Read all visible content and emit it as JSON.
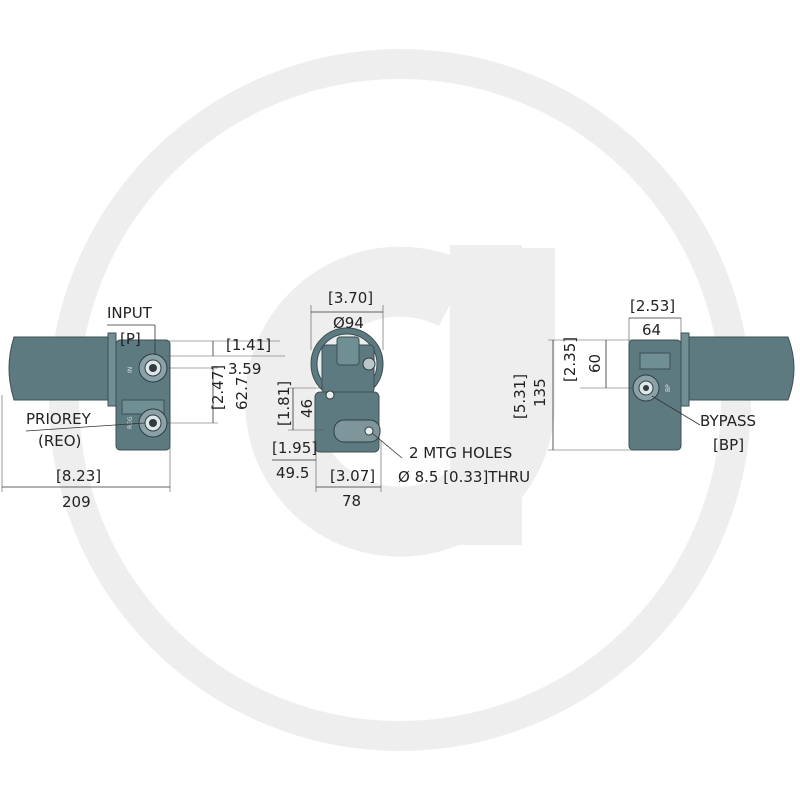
{
  "colors": {
    "watermark": "#eeeeee",
    "housing": "#5d7a80",
    "housing_dark": "#3c4f54",
    "dimension_line": "#333333"
  },
  "watermark": {
    "type": "logo",
    "letter": "g"
  },
  "left_view": {
    "port_input": "INPUT",
    "port_input_code": "[P]",
    "port_priority": "PRIOREY",
    "port_priority_code": "(REO)",
    "dim_overall_in": "[8.23]",
    "dim_overall_mm": "209",
    "dim_port_offset_in": "[1.41]",
    "dim_port_offset_mm": "3.59",
    "dim_port_spacing_in": "[2.47]",
    "dim_port_spacing_mm": "62.7",
    "port_labels": [
      "IN",
      "REG"
    ]
  },
  "center_view": {
    "dim_diameter_in": "[3.70]",
    "dim_diameter_mm": "Ø94",
    "dim_height_in": "[1.81]",
    "dim_height_mm": "46",
    "dim_hole_offset_in": "[1.95]",
    "dim_hole_offset_mm": "49.5",
    "dim_hole_spacing_in": "[3.07]",
    "dim_hole_spacing_mm": "78",
    "note_line1": "2 MTG HOLES",
    "note_line2": "Ø 8.5 [0.33]THRU"
  },
  "right_view": {
    "dim_width_in": "[2.53]",
    "dim_width_mm": "64",
    "dim_port_height_in": "[2.35]",
    "dim_port_height_mm": "60",
    "dim_overall_height_in": "[5.31]",
    "dim_overall_height_mm": "135",
    "port_bypass": "BYPASS",
    "port_bypass_code": "[BP]",
    "port_labels": [
      "BP"
    ]
  }
}
